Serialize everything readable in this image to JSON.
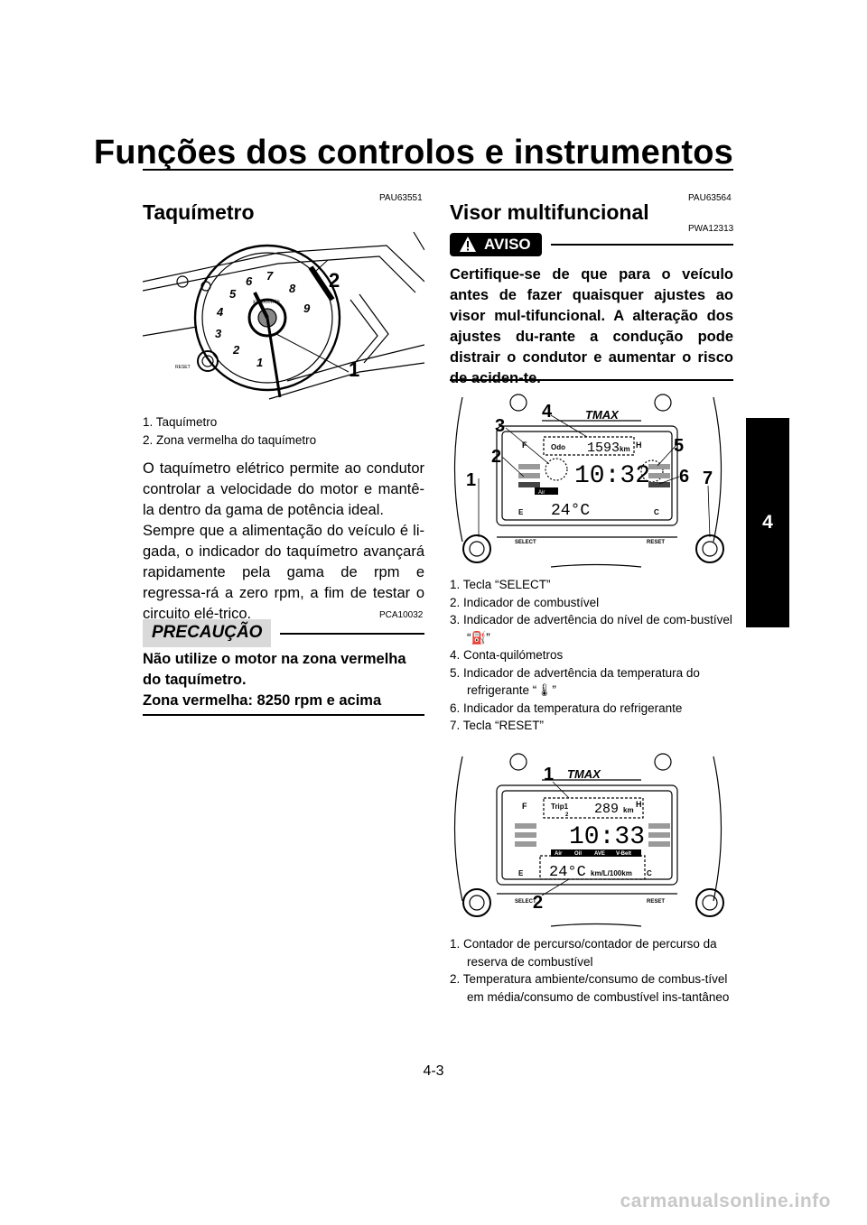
{
  "header": {
    "title": "Funções dos controlos e instrumentos"
  },
  "side_tab": {
    "chapter": "4"
  },
  "left": {
    "code": "PAU63551",
    "heading": "Taquímetro",
    "figure_callouts": [
      "2",
      "1"
    ],
    "figure_labels": {
      "unit": "x1000r/min",
      "reset": "RESET"
    },
    "captions": [
      "1. Taquímetro",
      "2. Zona vermelha do taquímetro"
    ],
    "body": "O taquímetro elétrico permite ao condutor controlar a velocidade do motor e mantê-la dentro da gama de potência ideal.",
    "body2": "Sempre que a alimentação do veículo é li-gada, o indicador do taquímetro avançará rapidamente pela gama de rpm e regressa-rá a zero rpm, a fim de testar o circuito elé-trico.",
    "caution_code": "PCA10032",
    "caution_label": "PRECAUÇÃO",
    "caution_text": "Não utilize o motor na zona vermelha do taquímetro.",
    "caution_text2": "Zona vermelha: 8250 rpm e acima"
  },
  "right": {
    "code": "PAU63564",
    "heading": "Visor multifuncional",
    "warning_code": "PWA12313",
    "warning_label": "AVISO",
    "warning_text": "Certifique-se de que para o veículo antes de fazer quaisquer ajustes ao visor mul-tifuncional. A alteração dos ajustes du-rante a condução pode distrair o condutor e aumentar o risco de aciden-te.",
    "figure1_callouts": [
      "1",
      "2",
      "3",
      "4",
      "5",
      "6",
      "7"
    ],
    "figure1_labels": {
      "odo": "Odo",
      "odo_value": "1593",
      "km": "km",
      "clock": "10:32",
      "temp": "24°C",
      "air": "Air",
      "f": "F",
      "h": "H",
      "e": "E",
      "c": "C",
      "select": "SELECT",
      "reset": "RESET",
      "brand": "TMAX"
    },
    "captions1": [
      "1. Tecla “SELECT”",
      "2. Indicador de combustível",
      "3. Indicador de advertência do nível de com-bustível “⛽”",
      "4. Conta-quilómetros",
      "5. Indicador de advertência da temperatura do refrigerante “🌡”",
      "6. Indicador da temperatura do refrigerante",
      "7. Tecla “RESET”"
    ],
    "figure2_callouts": [
      "1",
      "2"
    ],
    "figure2_labels": {
      "trip": "Trip1",
      "trip_sub": "2",
      "trip_value": "289",
      "km": "km",
      "clock": "10:33",
      "temp": "24°C",
      "unit": "km/L/100km",
      "air": "Air",
      "oil": "Oil",
      "ave": "AVE",
      "vbelt": "V-Belt",
      "f": "F",
      "h": "H",
      "e": "E",
      "c": "C",
      "select": "SELECT",
      "reset": "RESET",
      "brand": "TMAX"
    },
    "captions2": [
      "1. Contador de percurso/contador de percurso da reserva de combustível",
      "2. Temperatura ambiente/consumo de combus-tível em média/consumo de combustível ins-tantâneo"
    ]
  },
  "footer": {
    "page": "4-3",
    "watermark": "carmanualsonline.info"
  }
}
